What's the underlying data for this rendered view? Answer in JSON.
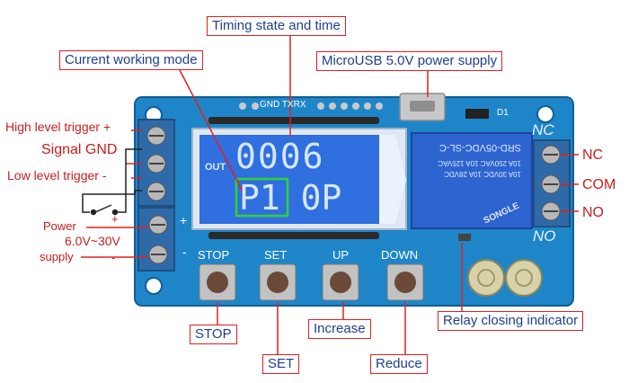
{
  "callouts": {
    "timing": "Timing state and time",
    "mode": "Current working mode",
    "usb": "MicroUSB 5.0V power supply",
    "stop": "STOP",
    "set": "SET",
    "increase": "Increase",
    "reduce": "Reduce",
    "relay_indicator": "Relay closing indicator"
  },
  "left_labels": {
    "high_trigger": "High level  trigger +",
    "signal_gnd": "Signal GND",
    "low_trigger": "Low level  trigger -",
    "power": "Power",
    "plus": "+",
    "voltage": "6.0V~30V",
    "supply": "supply",
    "minus": "-"
  },
  "right_labels": {
    "nc": "NC",
    "com": "COM",
    "no": "NO"
  },
  "board": {
    "gnd_txrx": "GND TXRX",
    "out": "OUT",
    "display_top": "0006",
    "display_bottom": "P1 0P",
    "buttons": [
      "STOP",
      "SET",
      "UP",
      "DOWN"
    ],
    "terminal_nc": "NC",
    "terminal_no": "NO",
    "d1": "D1",
    "relay_model": "SRD-05VDC-SL-C",
    "relay_brand": "SONGLE",
    "relay_spec1": "10A 250VAC  10A 125VAC",
    "relay_spec2": "10A 30VDC  10A 28VDC",
    "left_plus": "+",
    "left_minus": "-"
  }
}
